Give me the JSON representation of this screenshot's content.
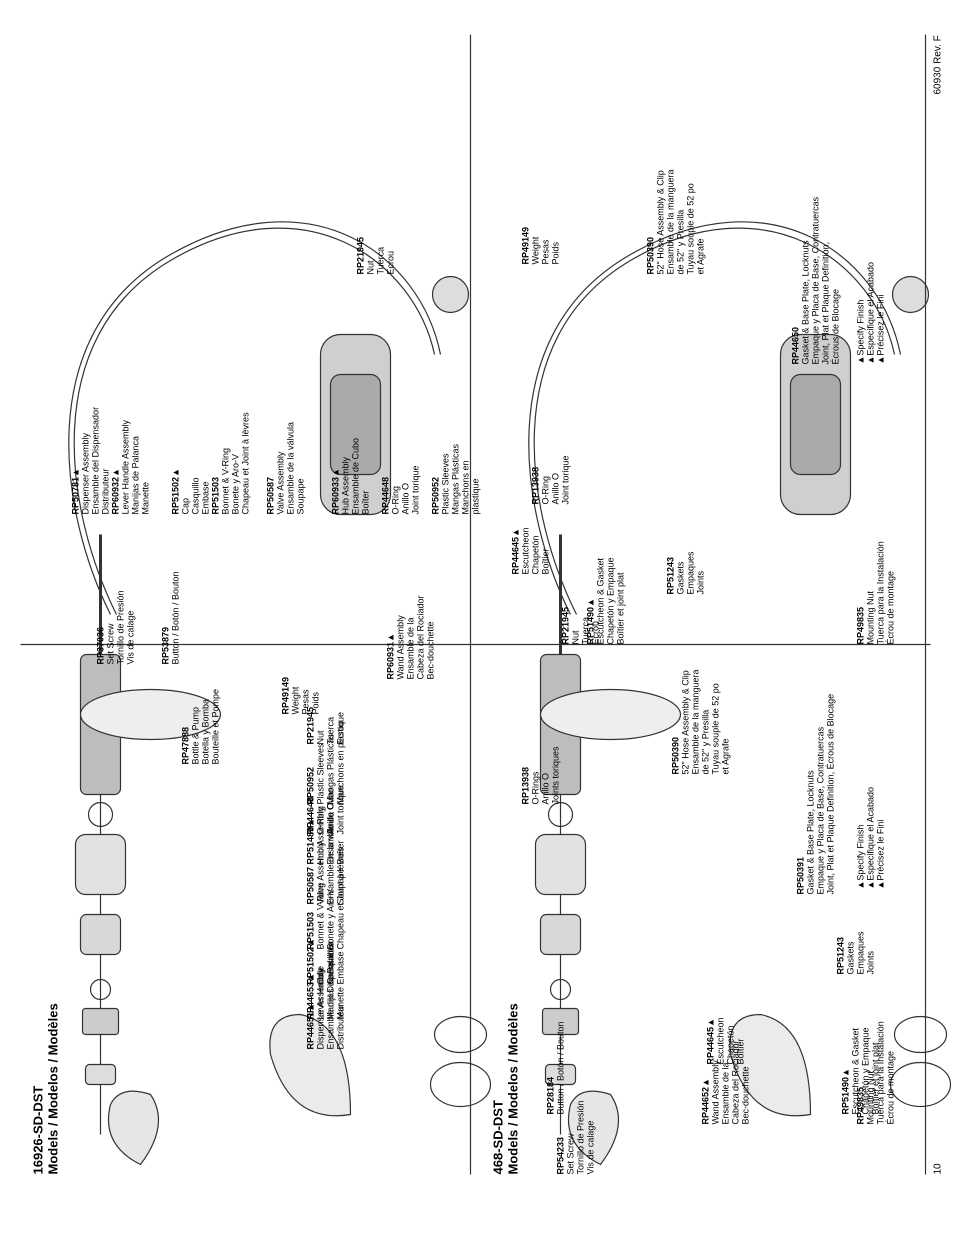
{
  "panel_a": {
    "title": "468-SD-DST",
    "subtitle": "Models / Modelos / Modèles",
    "parts": {
      "set_screw": {
        "code": "RP54233",
        "lines": [
          "Set Screw",
          "Tornillo de Presión",
          "Vis de calage"
        ]
      },
      "button": {
        "code": "RP28184",
        "lines": [
          "Button / Botón / Bouton"
        ]
      },
      "dispenser": {
        "code": "RP44651▲",
        "lines": [
          "Dispenser Assembly",
          "Ensamble del Dispensador",
          "Distributeur"
        ]
      },
      "lever": {
        "code": "RP44653▲",
        "lines": [
          "Lever Handle",
          "Manijas de Palanca",
          "Manette"
        ]
      },
      "cap": {
        "code": "RP51502▲",
        "lines": [
          "Cap",
          "Casquillo",
          "Embase"
        ]
      },
      "bonnet": {
        "code": "RP51503",
        "lines": [
          "Bonnet & V-Ring",
          "Bonete y Aro-V",
          "Chapeau et Joint à lèvres"
        ]
      },
      "valve": {
        "code": "RP50587",
        "lines": [
          "Valve Assembly",
          "Ensamble de la válvula",
          "Soupape"
        ]
      },
      "hub": {
        "code": "RP51489▲",
        "lines": [
          "Hub Assembly",
          "Ensamble de Cubo",
          "Boîter"
        ]
      },
      "oring": {
        "code": "RP44648",
        "lines": [
          "O-Ring",
          "Anillo O",
          "Joint torique"
        ]
      },
      "sleeves": {
        "code": "RP50952",
        "lines": [
          "Plastic Sleeves",
          "Mangas Plásticas",
          "Manchons en plastique"
        ]
      },
      "bottle": {
        "code": "RP47888",
        "lines": [
          "Bottle & Pump",
          "Botella y Bomba",
          "Bouteille et Pompe"
        ]
      },
      "nut": {
        "code": "RP21945",
        "lines": [
          "Nut",
          "Tuerca",
          "Ecrou"
        ]
      },
      "weight": {
        "code": "RP49149",
        "lines": [
          "Weight",
          "Pesas",
          "Poids"
        ]
      },
      "orings": {
        "code": "RP13938",
        "lines": [
          "O-Rings",
          "Anillo O",
          "Joints toriques"
        ]
      },
      "hose": {
        "code": "RP50390",
        "lines": [
          "52\" Hose Assembly & Clip",
          "Ensamble de la manguera",
          "de 52\" y Presilla",
          "Tuyau souple de 52 po",
          "et Agrafe"
        ]
      },
      "wand": {
        "code": "RP44652▲",
        "lines": [
          "Wand Assembly",
          "Ensamble de la",
          "Cabeza del Rociador",
          "Bec-douchette"
        ]
      },
      "escutcheon": {
        "code": "RP44645▲",
        "lines": [
          "Escutcheon",
          "Chapetón",
          "Boîtier"
        ]
      },
      "escgasket": {
        "code": "RP51490▲",
        "lines": [
          "Escutcheon & Gasket",
          "Chapetón y Empaque",
          "Boîtier et joint plat"
        ]
      },
      "gaskets": {
        "code": "RP51243",
        "lines": [
          "Gaskets",
          "Empaques",
          "Joints"
        ]
      },
      "baseplate": {
        "code": "RP50391",
        "lines": [
          "Gasket & Base Plate, Locknuts",
          "Empaque y Placa de Base, Contratuercas",
          "Joint, Plat et Plaque Definition, Écrous de Blocage"
        ]
      },
      "mountnut": {
        "code": "RP49835",
        "lines": [
          "Mounting Nut",
          "Tuerca para la Instalación",
          "Écrou de montage"
        ]
      },
      "finish": {
        "code": "",
        "lines": [
          "▲Specify Finish",
          "▲Especifique el Acabado",
          "▲Précisez le Fini"
        ]
      }
    }
  },
  "panel_b": {
    "title": "16926-SD-DST",
    "subtitle": "Models / Modelos / Modèles",
    "parts": {
      "set_screw": {
        "code": "RP37036",
        "lines": [
          "Set Screw",
          "Tornillo de Presión",
          "Vis de calage"
        ]
      },
      "button": {
        "code": "RP53879",
        "lines": [
          "Button / Botón / Bouton"
        ]
      },
      "dispenser": {
        "code": "RP50781▲",
        "lines": [
          "Dispenser Assembly",
          "Ensamble del Dispensador",
          "Distributeur"
        ]
      },
      "lever": {
        "code": "RP60932▲",
        "lines": [
          "Lever Handle Assembly",
          "Manijas de Palanca",
          "Manette"
        ]
      },
      "cap": {
        "code": "RP51502▲",
        "lines": [
          "Cap",
          "Casquillo",
          "Embase"
        ]
      },
      "bonnet": {
        "code": "RP51503",
        "lines": [
          "Bonnet & V-Ring",
          "Bonete y Aro-V",
          "Chapeau et Joint à lèvres"
        ]
      },
      "valve": {
        "code": "RP50587",
        "lines": [
          "Valve Assembly",
          "Ensamble de la válvula",
          "Soupape"
        ]
      },
      "hub": {
        "code": "RP60933▲",
        "lines": [
          "Hub Assembly",
          "Ensamble de Cubo",
          "Boîter"
        ]
      },
      "oring": {
        "code": "RP44648",
        "lines": [
          "O-Ring",
          "Anillo O",
          "Joint torique"
        ]
      },
      "sleeves": {
        "code": "RP50952",
        "lines": [
          "Plastic Sleeves",
          "Mangas Plásticas",
          "Manchons en",
          "plastique"
        ]
      },
      "nut": {
        "code": "RP21945",
        "lines": [
          "Nut",
          "Tuerca",
          "Ecrou"
        ]
      },
      "weight": {
        "code": "RP49149",
        "lines": [
          "Weight",
          "Pesas",
          "Poids"
        ]
      },
      "orings": {
        "code": "RP13938",
        "lines": [
          "O-Ring",
          "Anillo O",
          "Joint torique"
        ]
      },
      "hose": {
        "code": "RP50390",
        "lines": [
          "52\" Hose Assembly & Clip",
          "Ensamble de la manguera",
          "de 52\" y Presilla",
          "Tuyau souple de 52 po",
          "et Agrafe"
        ]
      },
      "wand": {
        "code": "RP60931▲",
        "lines": [
          "Wand Assembly",
          "Ensamble de la",
          "Cabeza del Rociador",
          "Bec-douchette"
        ]
      },
      "escutcheon": {
        "code": "RP44645▲",
        "lines": [
          "Escutcheon",
          "Chapetón",
          "Boîtier"
        ]
      },
      "nut2": {
        "code": "RP21945",
        "lines": [
          "Nut",
          "Tuerca",
          "Ecrou"
        ]
      },
      "escgasket": {
        "code": "RP51490▲",
        "lines": [
          "Escutcheon & Gasket",
          "Chapetón y Empaque",
          "Boîtier et joint plat"
        ]
      },
      "gaskets": {
        "code": "RP51243",
        "lines": [
          "Gaskets",
          "Empaques",
          "Joints"
        ]
      },
      "baseplate": {
        "code": "RP44650",
        "lines": [
          "Gasket & Base Plate, Locknuts",
          "Empaque y Placa de Base, Contratuercas",
          "Joint, Plat et Plaque Definition,",
          "Écrous de Blocage"
        ]
      },
      "mountnut": {
        "code": "RP49835",
        "lines": [
          "Mounting Nut",
          "Tuerca para la Instalación",
          "Écrou de montage"
        ]
      },
      "finish": {
        "code": "",
        "lines": [
          "▲Specify Finish",
          "▲Especifique el Acabado",
          "▲Précisez le Fini"
        ]
      }
    }
  },
  "footer": {
    "page_number": "10",
    "doc_ref": "60930   Rev. F"
  }
}
